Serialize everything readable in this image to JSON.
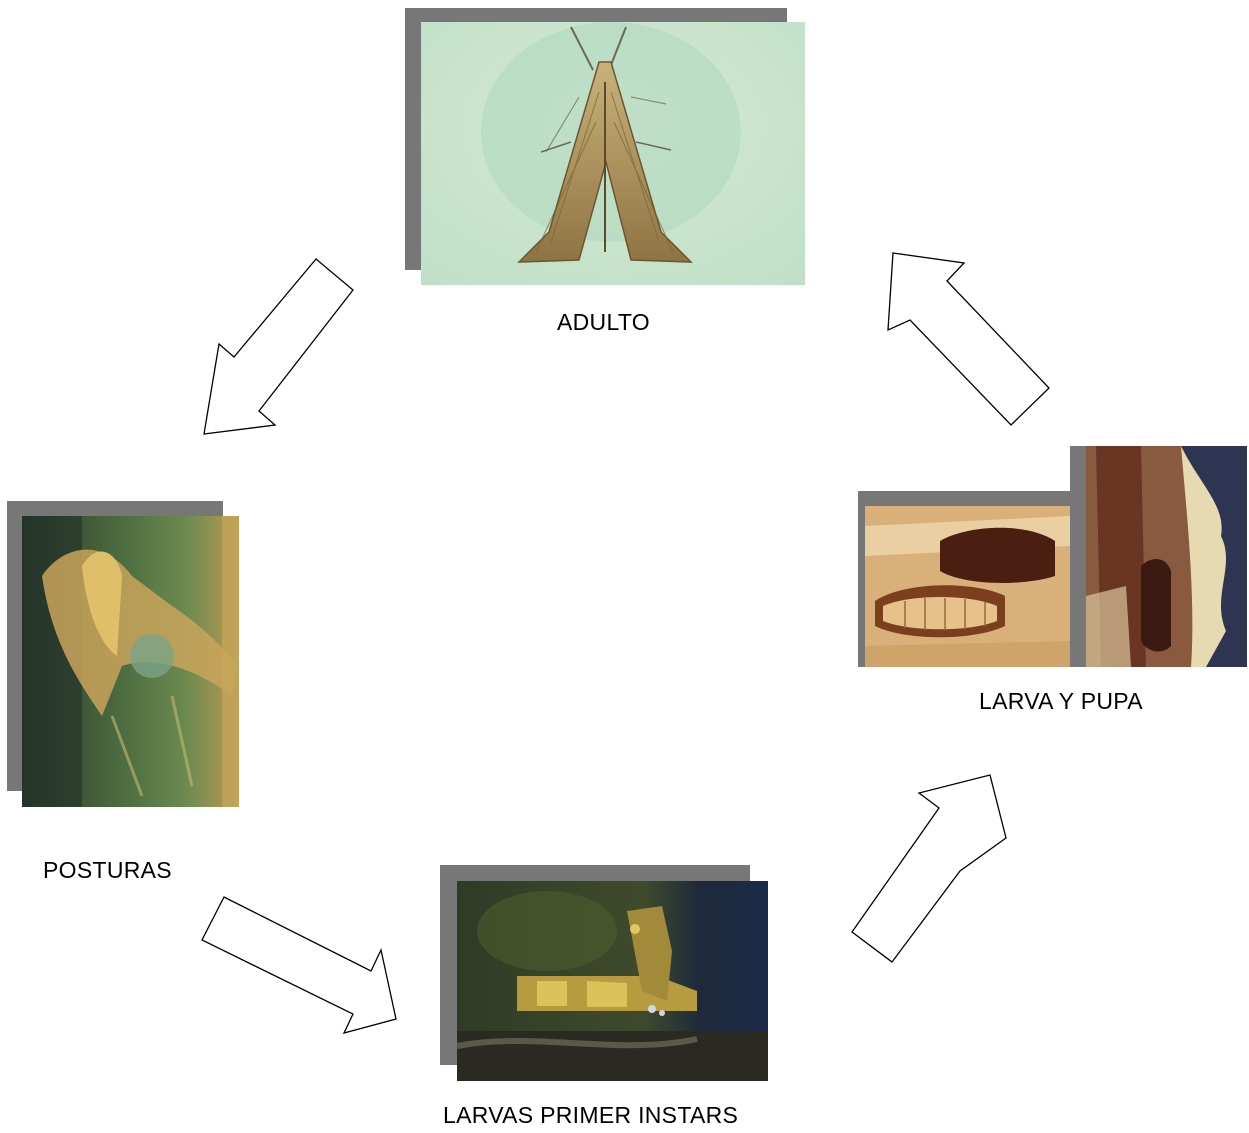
{
  "diagram": {
    "stages": {
      "adulto": {
        "label": "ADULTO",
        "photo_icon": "moth-photo"
      },
      "posturas": {
        "label": "POSTURAS",
        "photo_icon": "egg-mass-photo"
      },
      "larvas_primer": {
        "label": "LARVAS PRIMER INSTARS",
        "photo_icon": "first-instar-larvae-photo"
      },
      "larva_pupa": {
        "label": "LARVA Y PUPA",
        "photo_icons": [
          "larva-in-stem-photo",
          "pupa-in-stem-photo"
        ]
      }
    },
    "arrow_style": {
      "fill": "#ffffff",
      "stroke": "#000000"
    },
    "frame_shadow_color": "#777777"
  }
}
